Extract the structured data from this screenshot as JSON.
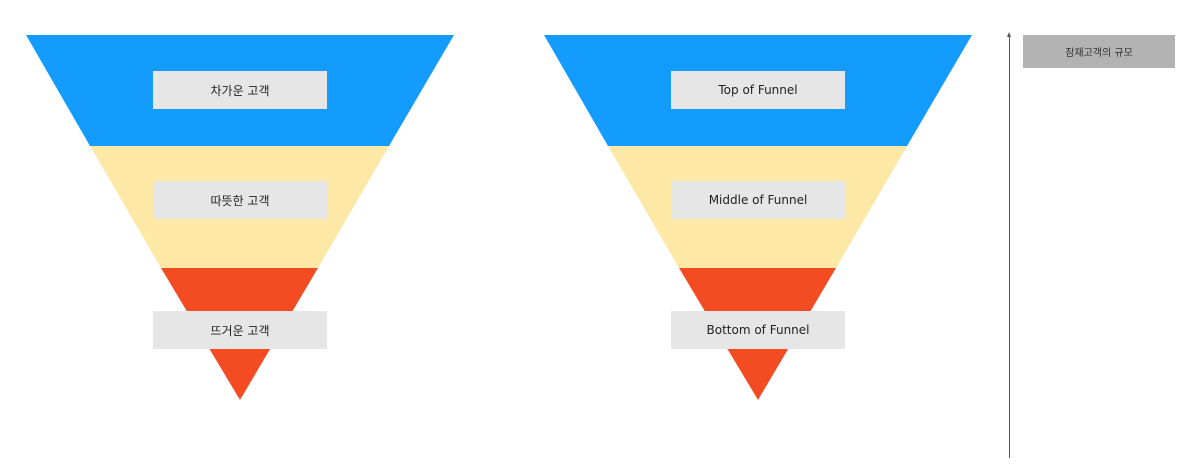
{
  "colors": {
    "top": "#139bfd",
    "middle": "#fde8a6",
    "bottom": "#f44c22",
    "label_bg": "#e6e6e6",
    "scale_bg": "#b3b3b3"
  },
  "funnel_korean": {
    "top_label": "차가운 고객",
    "middle_label": "따뜻한 고객",
    "bottom_label": "뜨거운 고객"
  },
  "funnel_english": {
    "top_label": "Top of Funnel",
    "middle_label": "Middle of Funnel",
    "bottom_label": "Bottom of Funnel"
  },
  "scale_axis": {
    "label": "잠재고객의 규모"
  }
}
